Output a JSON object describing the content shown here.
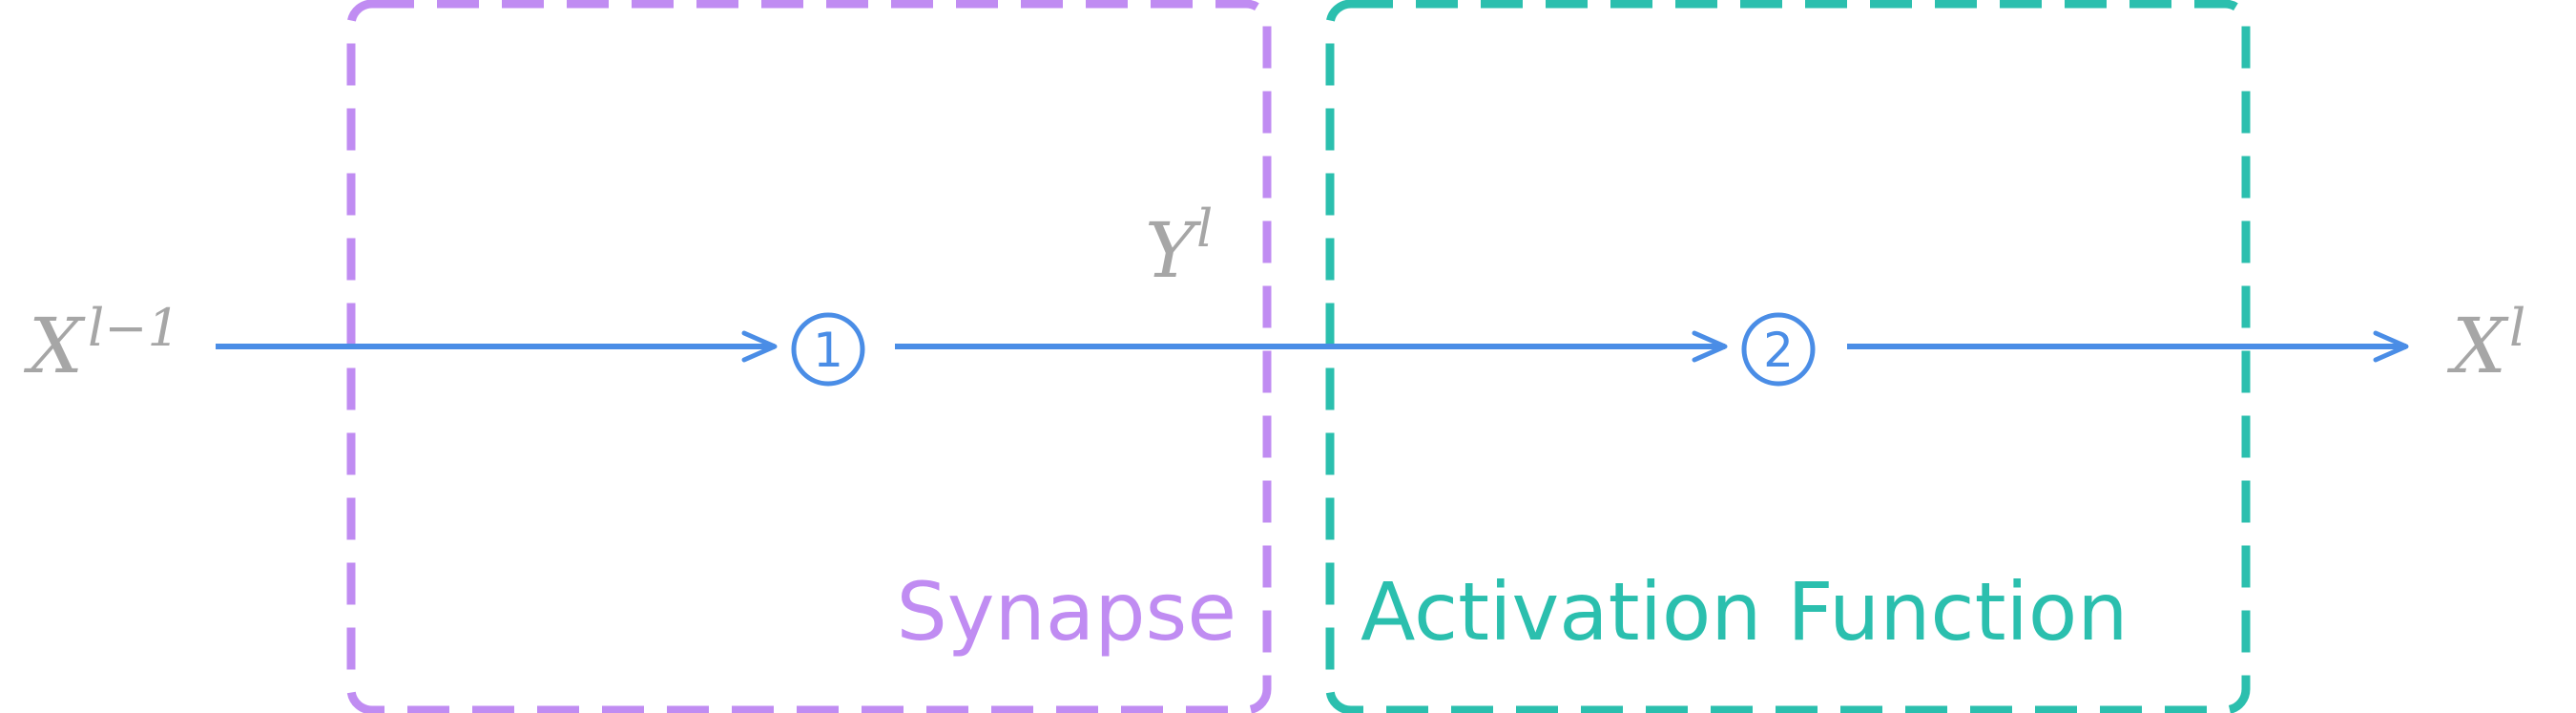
{
  "colors": {
    "synapse": "#C08CF2",
    "activation": "#2BBFAE",
    "flow": "#4A8DE6",
    "math": "#A6A6A6",
    "background": "#FFFFFF"
  },
  "input": {
    "base": "X",
    "sup": "l−1"
  },
  "intermediate": {
    "base": "Y",
    "sup": "l"
  },
  "output": {
    "base": "X",
    "sup": "l"
  },
  "nodes": [
    {
      "id": "1",
      "label": "①"
    },
    {
      "id": "2",
      "label": "②"
    }
  ],
  "boxes": {
    "synapse": {
      "label": "Synapse"
    },
    "activation": {
      "label": "Activation Function"
    }
  }
}
